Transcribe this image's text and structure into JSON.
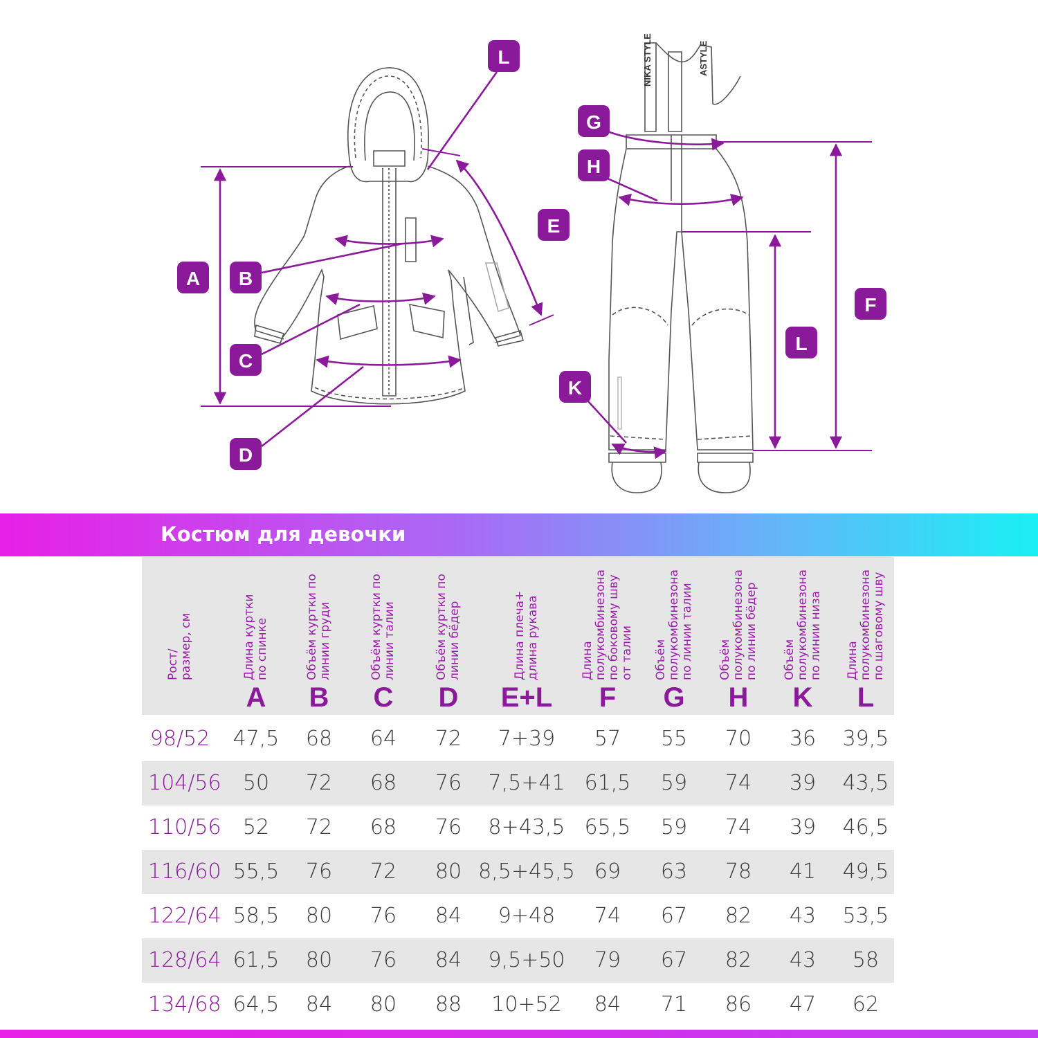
{
  "markers": {
    "A": "A",
    "B": "B",
    "C": "C",
    "D": "D",
    "E": "E",
    "L_jacket": "L",
    "G": "G",
    "H": "H",
    "K": "K",
    "F": "F",
    "L_pants": "L"
  },
  "colors": {
    "purple": "#8b1a9a",
    "magenta": "#e81fe6",
    "cyan": "#19f0f4",
    "gray_row": "#e6e6e6"
  },
  "suspender_text": {
    "left": "NIKA STYLE",
    "right": "ASTYLE"
  },
  "table": {
    "title": "Костюм для девочки",
    "columns": [
      {
        "desc": "Рост/\nразмер, см",
        "letter": ""
      },
      {
        "desc": "Длина куртки\nпо спинке",
        "letter": "A"
      },
      {
        "desc": "Объём куртки по\nлинии груди",
        "letter": "B"
      },
      {
        "desc": "Объём куртки по\nлинии талии",
        "letter": "C"
      },
      {
        "desc": "Объём куртки по\nлинии бёдер",
        "letter": "D"
      },
      {
        "desc": "Длина плеча+\nдлина рукава",
        "letter": "E+L"
      },
      {
        "desc": "Длина\nполукомбинезона\nпо боковому шву\nот талии",
        "letter": "F"
      },
      {
        "desc": "Объём\nполукомбинезона\nпо линии талии",
        "letter": "G"
      },
      {
        "desc": "Объём\nполукомбинезона\nпо линии бёдер",
        "letter": "H"
      },
      {
        "desc": "Объём\nполукомбинезона\nпо линии низа",
        "letter": "K"
      },
      {
        "desc": "Длина\nполукомбинезона\nпо шаговому шву",
        "letter": "L"
      }
    ],
    "rows": [
      [
        "98/52",
        "47,5",
        "68",
        "64",
        "72",
        "7+39",
        "57",
        "55",
        "70",
        "36",
        "39,5"
      ],
      [
        "104/56",
        "50",
        "72",
        "68",
        "76",
        "7,5+41",
        "61,5",
        "59",
        "74",
        "39",
        "43,5"
      ],
      [
        "110/56",
        "52",
        "72",
        "68",
        "76",
        "8+43,5",
        "65,5",
        "59",
        "74",
        "39",
        "46,5"
      ],
      [
        "116/60",
        "55,5",
        "76",
        "72",
        "80",
        "8,5+45,5",
        "69",
        "63",
        "78",
        "41",
        "49,5"
      ],
      [
        "122/64",
        "58,5",
        "80",
        "76",
        "84",
        "9+48",
        "74",
        "67",
        "82",
        "43",
        "53,5"
      ],
      [
        "128/64",
        "61,5",
        "80",
        "76",
        "84",
        "9,5+50",
        "79",
        "67",
        "82",
        "43",
        "58"
      ],
      [
        "134/68",
        "64,5",
        "84",
        "80",
        "88",
        "10+52",
        "84",
        "71",
        "86",
        "47",
        "62"
      ]
    ]
  }
}
